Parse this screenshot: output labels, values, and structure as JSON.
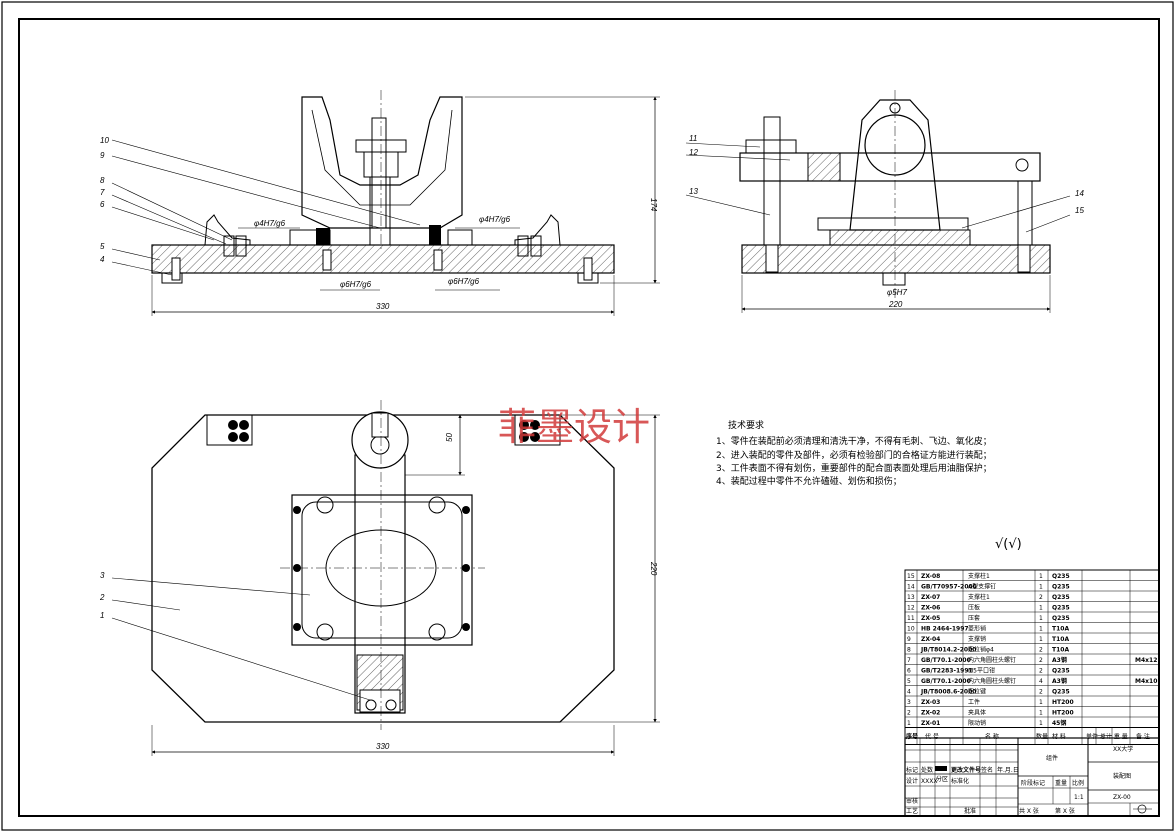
{
  "watermark": "菲墨设计",
  "top_left_callouts": [
    "10",
    "9",
    "8",
    "7",
    "6",
    "5",
    "4"
  ],
  "front_view": {
    "fits": [
      "φ4H7/g6",
      "φ4H7/g6",
      "φ6H7/g6",
      "φ6H7/g6"
    ],
    "width_dim": "330",
    "height_dim": "174"
  },
  "side_view": {
    "callouts": [
      "11",
      "12",
      "13",
      "14",
      "15"
    ],
    "fit_bottom": "φ5H7",
    "width_dim": "220"
  },
  "plan_view": {
    "callouts": [
      "3",
      "2",
      "1"
    ],
    "dim_50": "50",
    "width_dim": "330",
    "height_dim": "220"
  },
  "tech_req": {
    "title": "技术要求",
    "items": [
      "1、零件在装配前必须清理和清洗干净，不得有毛刺、飞边、氧化皮；",
      "2、进入装配的零件及部件，必须有检验部门的合格证方能进行装配；",
      "3、工件表面不得有划伤，重要部件的配合面表面处理后用油脂保护；",
      "4、装配过程中零件不允许磕碰、划伤和损伤；"
    ]
  },
  "roughness": "√(√)",
  "bom": {
    "rows": [
      {
        "no": "15",
        "code": "ZX-08",
        "name": "支撑柱1",
        "qty": "1",
        "mat": "Q235",
        "note": ""
      },
      {
        "no": "14",
        "code": "GB/T70957-2000",
        "name": "A型支撑钉",
        "qty": "1",
        "mat": "Q235",
        "note": ""
      },
      {
        "no": "13",
        "code": "ZX-07",
        "name": "支撑柱1",
        "qty": "2",
        "mat": "Q235",
        "note": ""
      },
      {
        "no": "12",
        "code": "ZX-06",
        "name": "压板",
        "qty": "1",
        "mat": "Q235",
        "note": ""
      },
      {
        "no": "11",
        "code": "ZX-05",
        "name": "压套",
        "qty": "1",
        "mat": "Q235",
        "note": ""
      },
      {
        "no": "10",
        "code": "HB 2464-1997",
        "name": "菱形销",
        "qty": "1",
        "mat": "T10A",
        "note": ""
      },
      {
        "no": "9",
        "code": "ZX-04",
        "name": "支撑销",
        "qty": "1",
        "mat": "T10A",
        "note": ""
      },
      {
        "no": "8",
        "code": "JB/T8014.2-2000",
        "name": "定位销φ4",
        "qty": "2",
        "mat": "T10A",
        "note": ""
      },
      {
        "no": "7",
        "code": "GB/T70.1-2000",
        "name": "内六角圆柱头螺钉",
        "qty": "2",
        "mat": "A3钢",
        "note": "M4x12"
      },
      {
        "no": "6",
        "code": "GB/T2283-1991",
        "name": "M5平口钳",
        "qty": "2",
        "mat": "Q235",
        "note": ""
      },
      {
        "no": "5",
        "code": "GB/T70.1-2000",
        "name": "内六角圆柱头螺钉",
        "qty": "4",
        "mat": "A3钢",
        "note": "M4x10"
      },
      {
        "no": "4",
        "code": "JB/T8008.6-2000",
        "name": "定位键",
        "qty": "2",
        "mat": "Q235",
        "note": ""
      },
      {
        "no": "3",
        "code": "ZX-03",
        "name": "工件",
        "qty": "1",
        "mat": "HT200",
        "note": ""
      },
      {
        "no": "2",
        "code": "ZX-02",
        "name": "夹具体",
        "qty": "1",
        "mat": "HT200",
        "note": ""
      },
      {
        "no": "1",
        "code": "ZX-01",
        "name": "限动销",
        "qty": "1",
        "mat": "45钢",
        "note": ""
      }
    ],
    "header": {
      "no": "序号",
      "code": "代 号",
      "name": "名 称",
      "qty": "数量",
      "mat": "材 料",
      "weight": "单件 总计 重 量",
      "note": "备 注"
    }
  },
  "title_block": {
    "col_labels": [
      "标记",
      "处数",
      "分区",
      "更改文件号",
      "签名",
      "年.月.日"
    ],
    "row_labels": [
      "设计",
      "审核",
      "工艺"
    ],
    "design_extra": [
      "XXXX",
      "标准化"
    ],
    "approve": "批准",
    "stage_labels": [
      "阶段标记",
      "重量",
      "比例"
    ],
    "scale": "1:1",
    "sheet": [
      "共 X 张",
      "第 X 张"
    ],
    "part_group": "组件",
    "company": "XX大学",
    "drawing_name": "装配图",
    "drawing_no": "ZX-00"
  }
}
